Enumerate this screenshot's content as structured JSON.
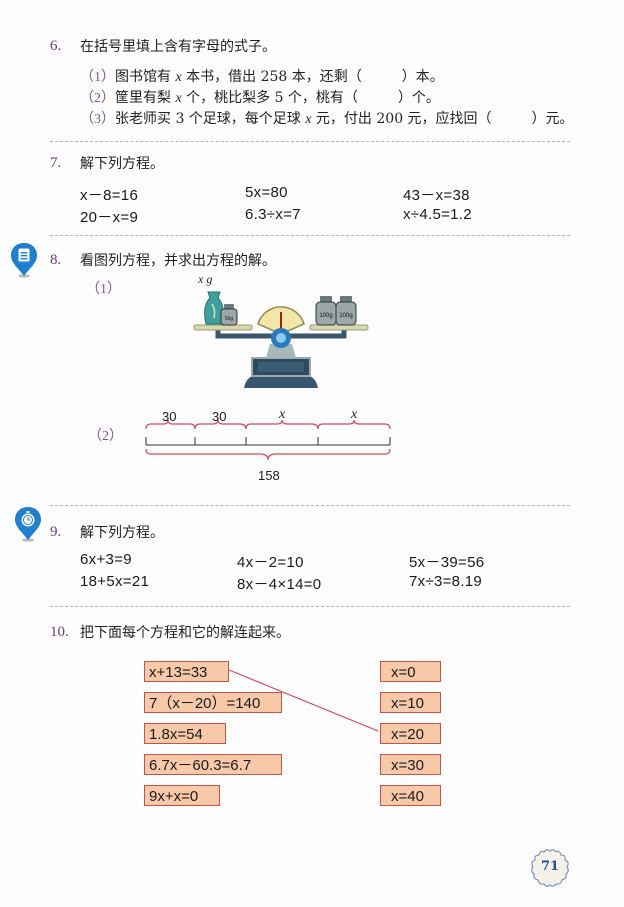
{
  "q6": {
    "number": "6.",
    "title": "在括号里填上含有字母的式子。",
    "items": [
      {
        "label": "（1）",
        "text_a": "图书馆有 ",
        "var": "x",
        "text_b": " 本书，借出 258 本，还剩（",
        "text_c": "）本。"
      },
      {
        "label": "（2）",
        "text_a": "筐里有梨 ",
        "var": "x",
        "text_b": " 个，桃比梨多 5 个，桃有（",
        "text_c": "）个。"
      },
      {
        "label": "（3）",
        "text_a": "张老师买 3 个足球，每个足球 ",
        "var": "x",
        "text_b": " 元，付出 200 元，应找回（",
        "text_c": "）元。"
      }
    ]
  },
  "q7": {
    "number": "7.",
    "title": "解下列方程。",
    "equations": [
      [
        "x－8=16",
        "5x=80",
        "43－x=38"
      ],
      [
        "20－x=9",
        "6.3÷x=7",
        "x÷4.5=1.2"
      ]
    ]
  },
  "q8": {
    "number": "8.",
    "title": "看图列方程，并求出方程的解。",
    "part1_label": "（1）",
    "scale": {
      "left_label": "x g",
      "left_weight": "50g",
      "right_weights": [
        "100g",
        "100g"
      ]
    },
    "part2_label": "（2）",
    "segments": {
      "labels": [
        "30",
        "30",
        "x",
        "x"
      ],
      "total": "158"
    }
  },
  "q9": {
    "number": "9.",
    "title": "解下列方程。",
    "equations": [
      [
        "6x+3=9",
        "4x－2=10",
        "5x－39=56"
      ],
      [
        "18+5x=21",
        "8x－4×14=0",
        "7x÷3=8.19"
      ]
    ]
  },
  "q10": {
    "number": "10.",
    "title": "把下面每个方程和它的解连起来。",
    "left": [
      "x+13=33",
      "7（x－20）=140",
      "1.8x=54",
      "6.7x－60.3=6.7",
      "9x+x=0"
    ],
    "right": [
      "x=0",
      "x=10",
      "x=20",
      "x=30",
      "x=40"
    ],
    "connection_color": "#d9485a"
  },
  "page_number": "71",
  "colors": {
    "box_fill": "#f7c9a9",
    "box_border": "#c2554a",
    "pin_blue": "#1f7fd1",
    "qnum_purple": "#6a3d7a"
  }
}
